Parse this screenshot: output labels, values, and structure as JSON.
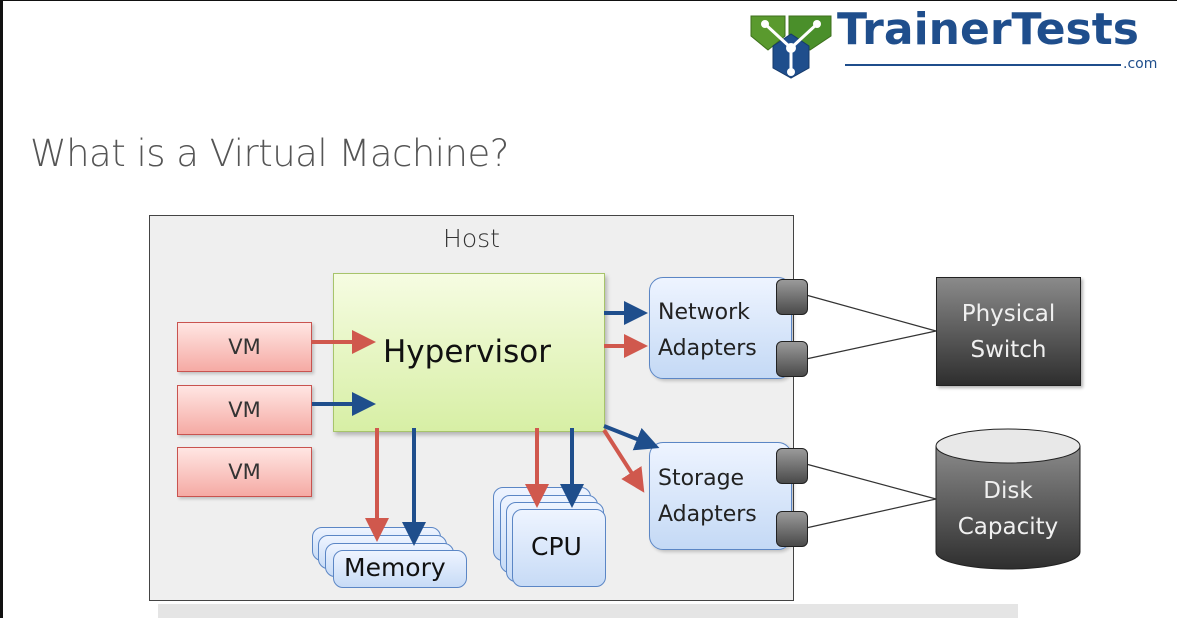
{
  "slide": {
    "title": "What is a Virtual Machine?"
  },
  "logo": {
    "text": "TrainerTests",
    "suffix": ".com",
    "colors": {
      "brand_blue": "#1f4e8c",
      "brand_green": "#4a8f2a"
    }
  },
  "diagram": {
    "host_label": "Host",
    "hypervisor_label": "Hypervisor",
    "vms": [
      "VM",
      "VM",
      "VM"
    ],
    "memory_label": "Memory",
    "cpu_label": "CPU",
    "network_adapter": [
      "Network",
      "Adapters"
    ],
    "storage_adapter": [
      "Storage",
      "Adapters"
    ],
    "physical_switch": [
      "Physical",
      "Switch"
    ],
    "disk": [
      "Disk",
      "Capacity"
    ],
    "colors": {
      "red_arrow": "#d0584d",
      "blue_arrow": "#1f4e8c",
      "vm_fill": "#f5aaa4",
      "hypervisor_fill": "#d7efa5",
      "adapter_fill": "#c4d9f5",
      "host_fill": "#efefef"
    }
  }
}
